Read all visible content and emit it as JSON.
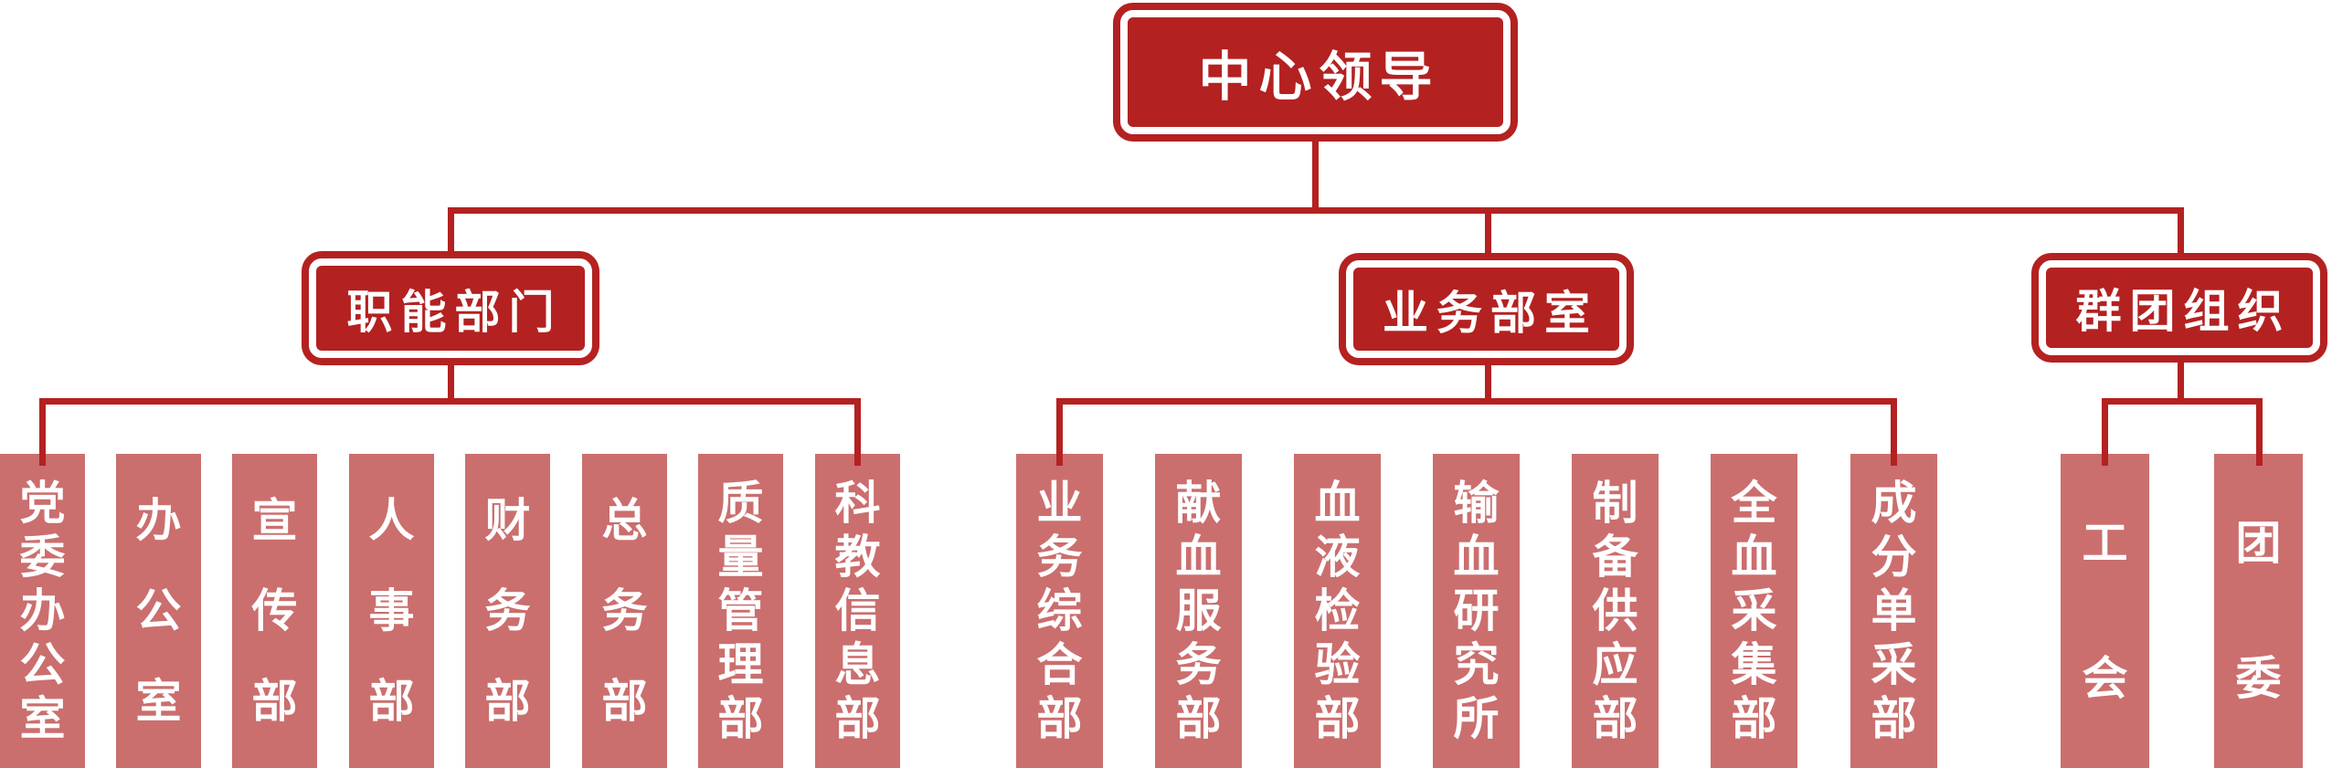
{
  "colors": {
    "dark_red": "#b42121",
    "pink": "#cb6e6e",
    "text_white": "#ffffff"
  },
  "org_chart": {
    "root": {
      "label": "中心领导"
    },
    "groups": [
      {
        "label": "职能部门",
        "children": [
          "党委办公室",
          "办公室",
          "宣传部",
          "人事部",
          "财务部",
          "总务部",
          "质量管理部",
          "科教信息部"
        ]
      },
      {
        "label": "业务部室",
        "children": [
          "业务综合部",
          "献血服务部",
          "血液检验部",
          "输血研究所",
          "制备供应部",
          "全血采集部",
          "成分单采部"
        ]
      },
      {
        "label": "群团组织",
        "children": [
          "工会",
          "团委"
        ]
      }
    ]
  }
}
